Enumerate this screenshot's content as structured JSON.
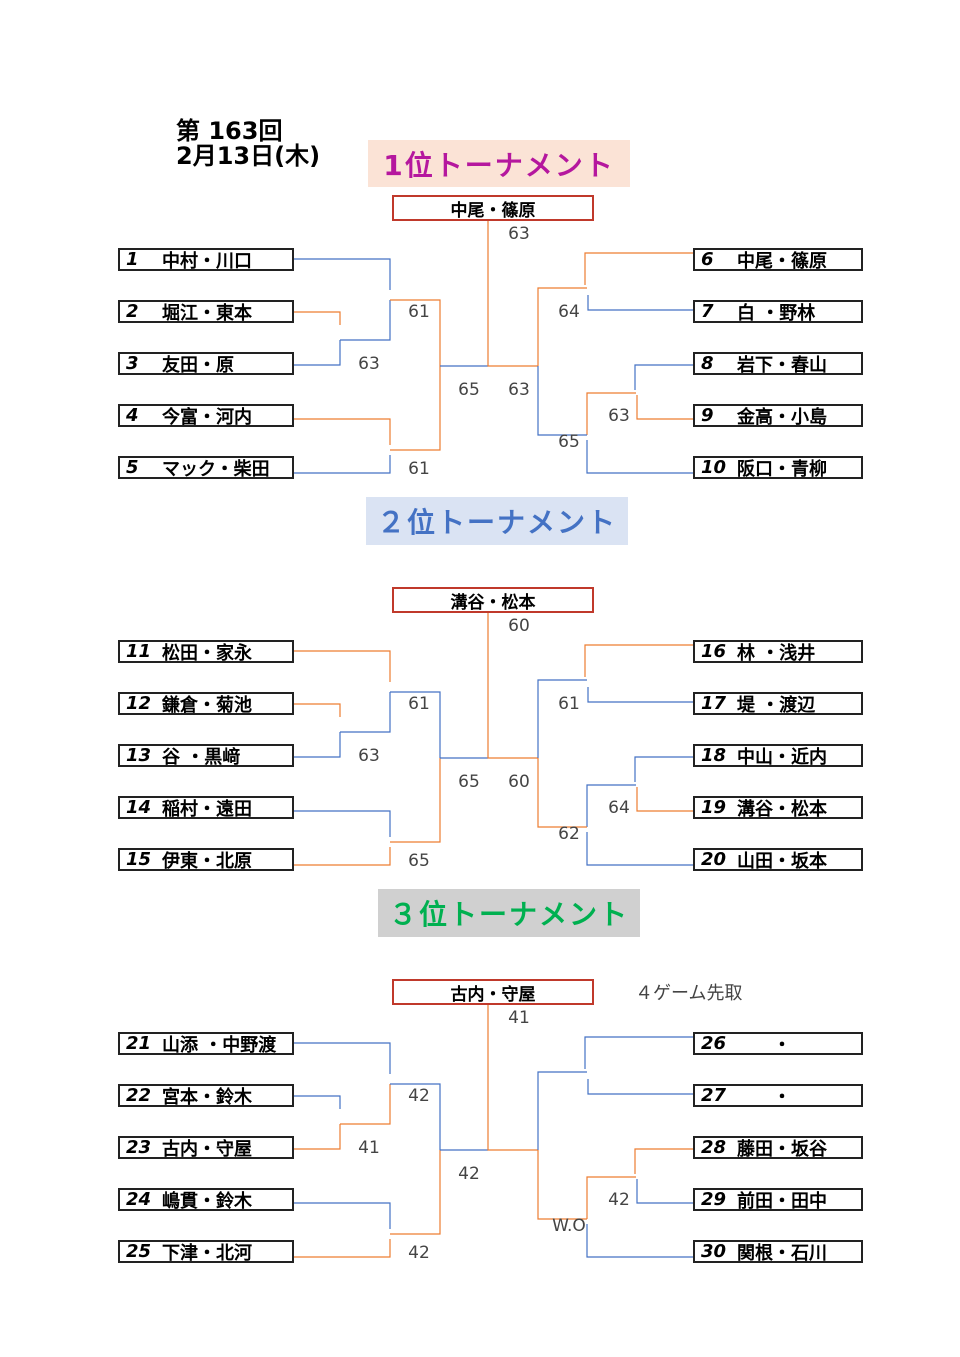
{
  "header": {
    "round": "第 163回",
    "date": "2月13日(木)"
  },
  "colors": {
    "orange": "#ED7D31",
    "blue": "#4472C4",
    "winner_border": "#C0392B"
  },
  "tournaments": [
    {
      "title": "1位トーナメント",
      "title_color": "#B5179E",
      "banner_bg": "#FBE3D6",
      "winner": "中尾・篠原",
      "final_score": "63",
      "note": "",
      "left_players": [
        {
          "num": "1",
          "name": "中村・川口"
        },
        {
          "num": "2",
          "name": "堀江・東本"
        },
        {
          "num": "3",
          "name": "友田・原"
        },
        {
          "num": "4",
          "name": "今富・河内"
        },
        {
          "num": "5",
          "name": "マック・柴田"
        }
      ],
      "right_players": [
        {
          "num": "6",
          "name": "中尾・篠原"
        },
        {
          "num": "7",
          "name": "白 ・野林"
        },
        {
          "num": "8",
          "name": "岩下・春山"
        },
        {
          "num": "9",
          "name": "金高・小島"
        },
        {
          "num": "10",
          "name": "阪口・青柳"
        }
      ],
      "scores": {
        "left_upper_semi": "61",
        "left_23": "63",
        "left_lower": "61",
        "left_final": "65",
        "right_final": "63",
        "right_upper": "64",
        "right_89": "63",
        "right_lower": "65"
      }
    },
    {
      "title": "２位トーナメント",
      "title_color": "#4472C4",
      "banner_bg": "#DAE3F3",
      "winner": "溝谷・松本",
      "final_score": "60",
      "note": "",
      "left_players": [
        {
          "num": "11",
          "name": "松田・家永"
        },
        {
          "num": "12",
          "name": "鎌倉・菊池"
        },
        {
          "num": "13",
          "name": "谷 ・黒﨑"
        },
        {
          "num": "14",
          "name": "稲村・遠田"
        },
        {
          "num": "15",
          "name": "伊東・北原"
        }
      ],
      "right_players": [
        {
          "num": "16",
          "name": "林 ・浅井"
        },
        {
          "num": "17",
          "name": "堤 ・渡辺"
        },
        {
          "num": "18",
          "name": "中山・近内"
        },
        {
          "num": "19",
          "name": "溝谷・松本"
        },
        {
          "num": "20",
          "name": "山田・坂本"
        }
      ],
      "scores": {
        "left_upper_semi": "61",
        "left_23": "63",
        "left_lower": "65",
        "left_final": "65",
        "right_final": "60",
        "right_upper": "61",
        "right_89": "64",
        "right_lower": "62"
      }
    },
    {
      "title": "３位トーナメント",
      "title_color": "#00B050",
      "banner_bg": "#D0D0D0",
      "winner": "古内・守屋",
      "final_score": "41",
      "note": "４ゲーム先取",
      "left_players": [
        {
          "num": "21",
          "name": "山添 ・中野渡"
        },
        {
          "num": "22",
          "name": "宮本・鈴木"
        },
        {
          "num": "23",
          "name": "古内・守屋"
        },
        {
          "num": "24",
          "name": "嶋貫・鈴木"
        },
        {
          "num": "25",
          "name": "下津・北河"
        }
      ],
      "right_players": [
        {
          "num": "26",
          "name": "・"
        },
        {
          "num": "27",
          "name": "・"
        },
        {
          "num": "28",
          "name": "藤田・坂谷"
        },
        {
          "num": "29",
          "name": "前田・田中"
        },
        {
          "num": "30",
          "name": "関根・石川"
        }
      ],
      "scores": {
        "left_upper_semi": "42",
        "left_23": "41",
        "left_lower": "42",
        "left_final": "42",
        "right_final": "",
        "right_upper": "",
        "right_89": "42",
        "right_lower": "W.O"
      }
    }
  ]
}
